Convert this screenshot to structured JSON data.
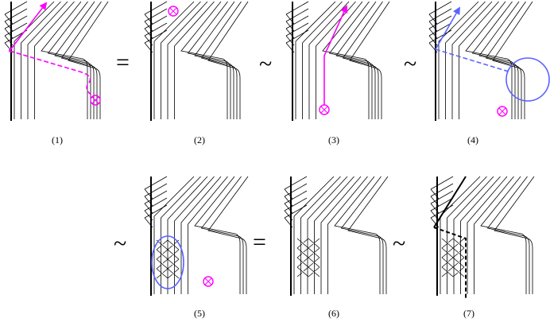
{
  "panels": [
    {
      "caption": "(1)"
    },
    {
      "caption": "(2)"
    },
    {
      "caption": "(3)"
    },
    {
      "caption": "(4)"
    },
    {
      "caption": "(5)"
    },
    {
      "caption": "(6)"
    },
    {
      "caption": "(7)"
    }
  ],
  "relations": [
    "=",
    "~",
    "~",
    "~",
    "=",
    "~"
  ],
  "colors": {
    "strand": "#000000",
    "highlight_path": "#ff00ff",
    "highlight_region": "#5a64ff"
  }
}
